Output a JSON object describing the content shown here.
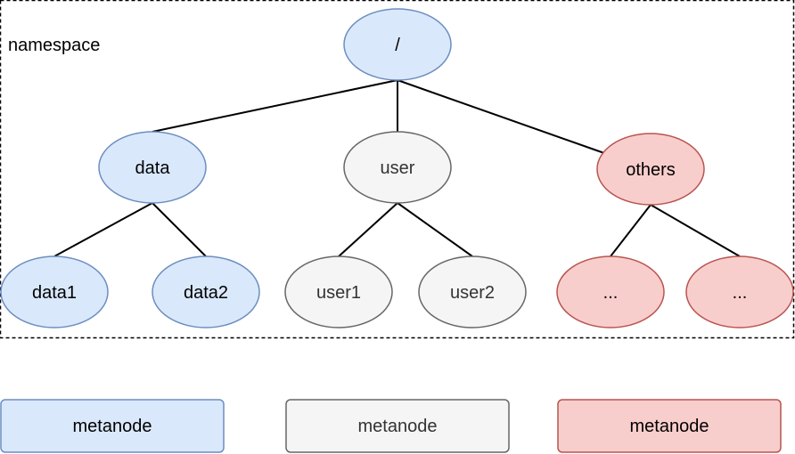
{
  "namespace_label": "namespace",
  "colors": {
    "blue_fill": "#dae8fc",
    "blue_stroke": "#6c8ebf",
    "gray_fill": "#f5f5f5",
    "gray_stroke": "#666666",
    "gray_text": "#333333",
    "red_fill": "#f8cecc",
    "red_stroke": "#b85450",
    "edge": "#000000"
  },
  "tree": {
    "root": {
      "label": "/",
      "color": "blue"
    },
    "groups": [
      {
        "key": "data",
        "label": "data",
        "color": "blue",
        "children": [
          "data1",
          "data2"
        ]
      },
      {
        "key": "user",
        "label": "user",
        "color": "gray",
        "children": [
          "user1",
          "user2"
        ]
      },
      {
        "key": "others",
        "label": "others",
        "color": "red",
        "children": [
          "...",
          "..."
        ]
      }
    ]
  },
  "legend": [
    {
      "label": "metanode",
      "color": "blue"
    },
    {
      "label": "metanode",
      "color": "gray"
    },
    {
      "label": "metanode",
      "color": "red"
    }
  ]
}
